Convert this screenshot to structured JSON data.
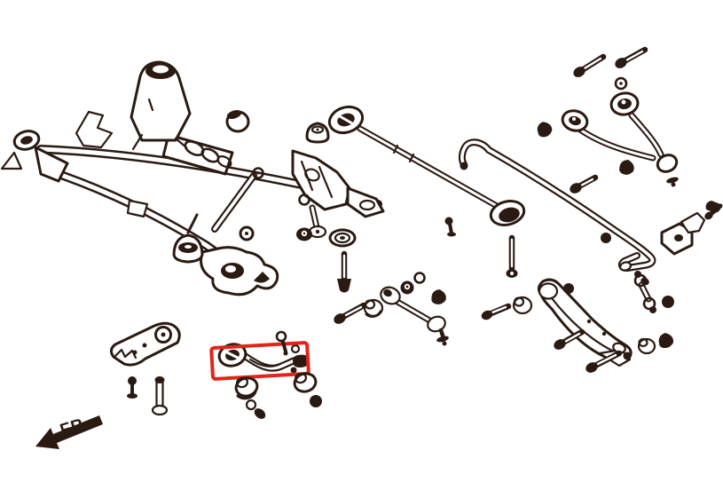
{
  "page": {
    "background_color": "#ffffff"
  },
  "diagram": {
    "direction_label": "FR.",
    "colors": {
      "line_art": "#2a1a12",
      "highlight_box": "#e1251b",
      "background": "#ffffff"
    },
    "highlighted_part": "rear-camber-arm",
    "parts": [
      "rear-subframe",
      "lateral-rod",
      "stabilizer-bar",
      "stabilizer-bushing-bracket",
      "upper-control-arm",
      "lower-control-arm",
      "toe-link",
      "stabilizer-end-link",
      "mounting-bracket-plate",
      "rear-camber-arm",
      "bolts",
      "nuts",
      "washers",
      "bushings"
    ]
  }
}
